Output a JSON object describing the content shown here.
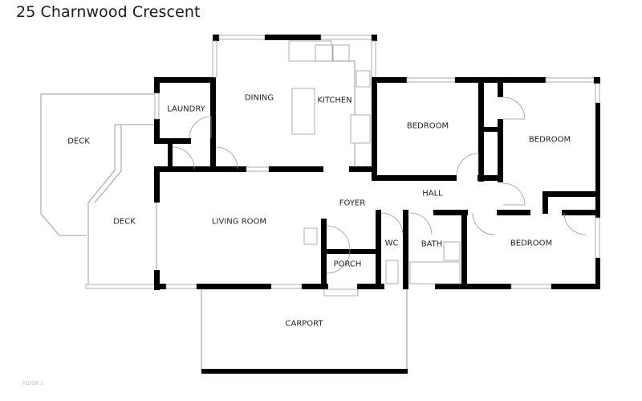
{
  "header": {
    "title": "25 Charnwood Crescent"
  },
  "footer": {
    "floor_label": "FLOOR 1"
  },
  "rooms": {
    "deck_upper": "DECK",
    "deck_lower": "DECK",
    "laundry": "LAUNDRY",
    "dining": "DINING",
    "kitchen": "KITCHEN",
    "bedroom_1": "BEDROOM",
    "bedroom_2": "BEDROOM",
    "bedroom_3": "BEDROOM",
    "hall": "HALL",
    "foyer": "FOYER",
    "living_room": "LIVING ROOM",
    "wc": "WC",
    "bath": "BATH",
    "porch": "PORCH",
    "carport": "CARPORT"
  },
  "colors": {
    "wall": "#000000",
    "outline": "#999999",
    "background": "#ffffff",
    "text": "#222222"
  }
}
